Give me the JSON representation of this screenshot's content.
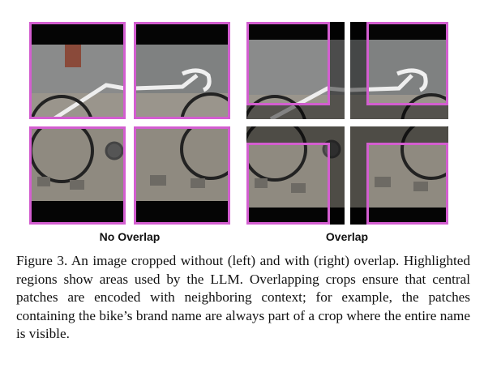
{
  "labels": {
    "left": "No Overlap",
    "right": "Overlap"
  },
  "caption": "Figure 3. An image cropped without (left) and with (right) overlap. Highlighted regions show areas used by the LLM. Overlapping crops ensure that central patches are encoded with neighboring context; for example, the patches containing the bike’s brand name are always part of a crop where the entire name is visible.",
  "colors": {
    "highlight": "#d35ed0",
    "padding": "#050505",
    "wall": "#7d7f80",
    "pavement": "#8f8a80"
  }
}
